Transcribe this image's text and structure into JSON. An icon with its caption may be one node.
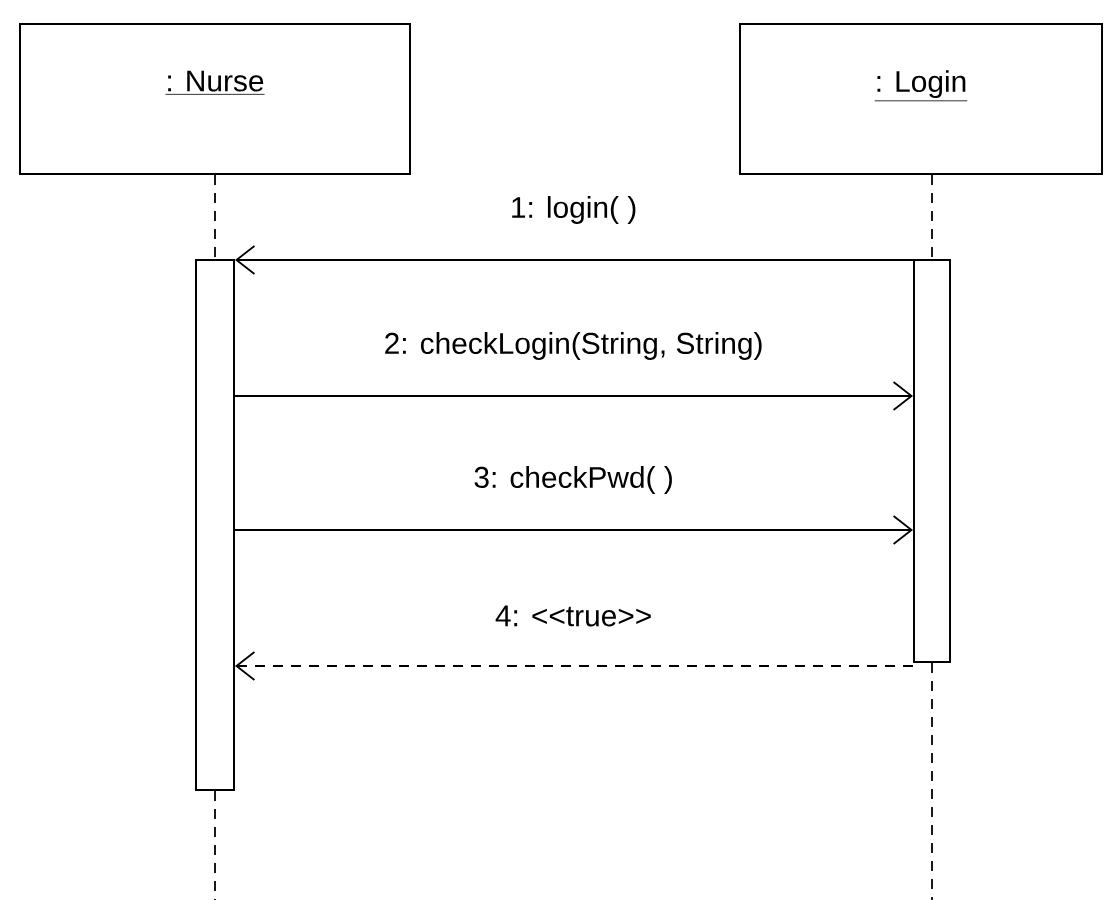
{
  "diagram": {
    "nodes": [
      {
        "text": [
          ": Nurse"
        ]
      },
      {
        "text": [
          ": Login"
        ]
      },
      {
        "text": [],
        "shape": "bar"
      },
      {
        "text": [],
        "shape": "bar"
      }
    ],
    "edges": [
      {
        "from": 0,
        "to": 2,
        "arrow": "none",
        "style": "dashed"
      },
      {
        "from": 1,
        "to": 3,
        "arrow": "none",
        "style": "dashed"
      },
      {
        "from": 2,
        "to": null,
        "arrow": "none",
        "style": "dashed"
      },
      {
        "from": 3,
        "to": null,
        "arrow": "none",
        "style": "dashed"
      },
      {
        "from": 3,
        "to": 2,
        "label": "1: login( )",
        "arrow": "to"
      },
      {
        "from": 2,
        "to": 3,
        "label": "2: checkLogin(String, String)",
        "arrow": "to"
      },
      {
        "from": 2,
        "to": 3,
        "label": "3: checkPwd( )",
        "arrow": "to"
      },
      {
        "from": 3,
        "to": 2,
        "label": "4: <<true>>",
        "arrow": "to",
        "style": "dashed"
      }
    ]
  }
}
